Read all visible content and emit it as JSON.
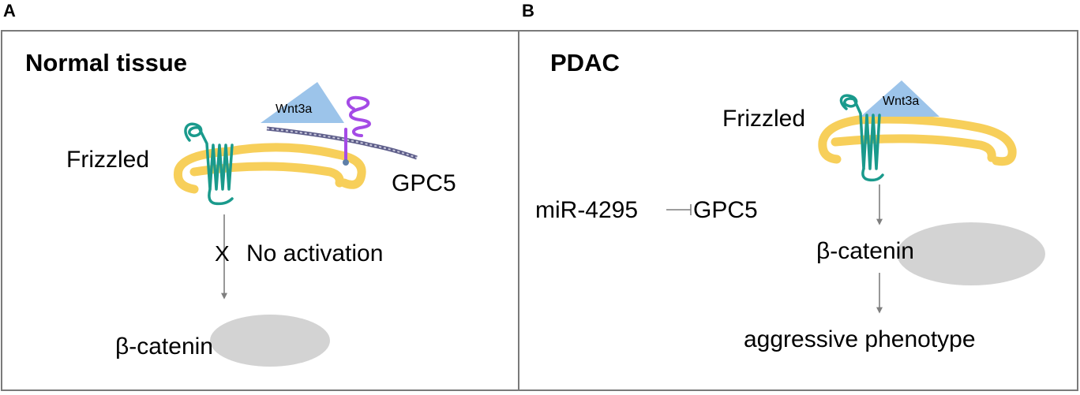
{
  "panel_a": {
    "letter": "A",
    "title": "Normal tissue",
    "wnt_label": "Wnt3a",
    "frizzled_label": "Frizzled",
    "gpc5_label": "GPC5",
    "block_mark": "X",
    "no_activation_label": "No activation",
    "beta_catenin_label": "β-catenin"
  },
  "panel_b": {
    "letter": "B",
    "title": "PDAC",
    "wnt_label": "Wnt3a",
    "frizzled_label": "Frizzled",
    "mirna_label": "miR-4295",
    "gpc5_label": "GPC5",
    "beta_catenin_label": "β-catenin",
    "outcome_label": "aggressive phenotype"
  },
  "colors": {
    "membrane": "#f7cf5a",
    "receptor": "#1a9a8c",
    "wnt": "#9cc4ea",
    "gpc5_core": "#a44be6",
    "gpc5_chain": "#5e5e8a",
    "blob": "#d3d3d3",
    "arrow": "#7f7f7f",
    "border": "#7a7a7a"
  }
}
